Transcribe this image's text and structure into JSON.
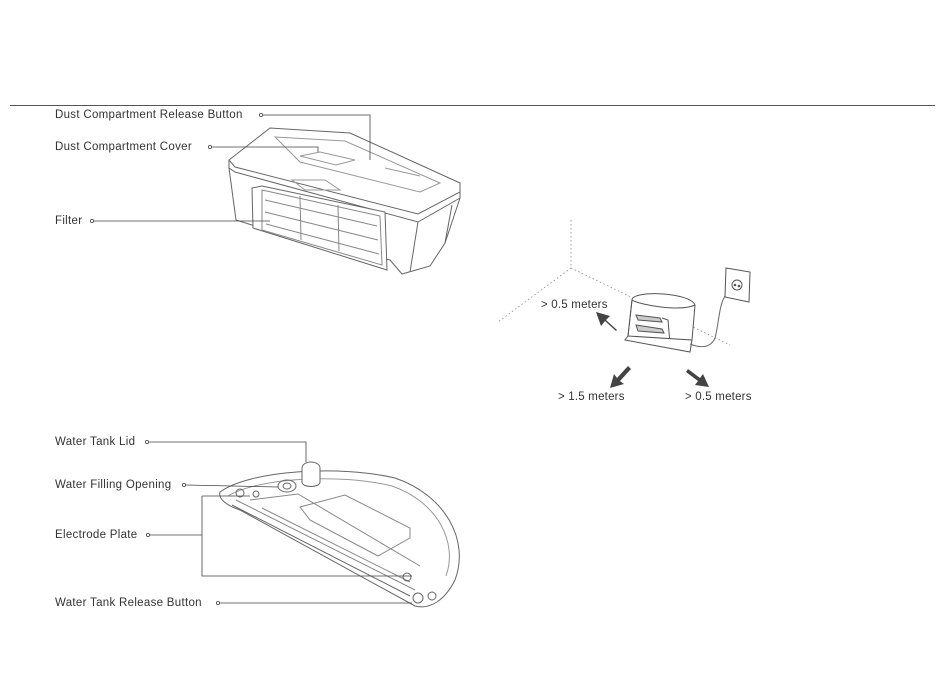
{
  "dust_compartment": {
    "release_button_label": "Dust Compartment Release Button",
    "cover_label": "Dust Compartment Cover",
    "filter_label": "Filter"
  },
  "water_tank": {
    "lid_label": "Water Tank Lid",
    "filling_opening_label": "Water Filling Opening",
    "electrode_plate_label": "Electrode Plate",
    "release_button_label": "Water Tank Release Button"
  },
  "dock_clearance": {
    "left_label": "> 0.5 meters",
    "front_label": "> 1.5 meters",
    "right_label": "> 0.5 meters"
  },
  "icons": [
    "dust-bin-illustration",
    "water-tank-illustration",
    "charging-dock-illustration",
    "power-socket-icon",
    "arrow-icon"
  ]
}
